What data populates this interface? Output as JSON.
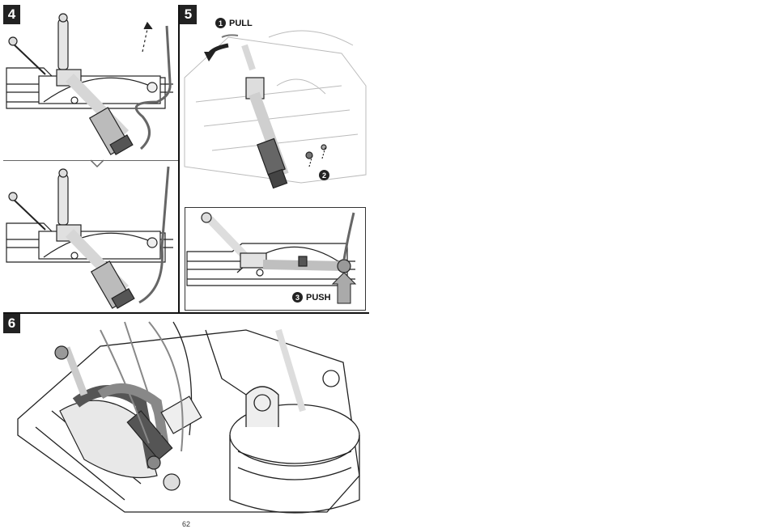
{
  "steps": {
    "step4": {
      "number": "4"
    },
    "step5": {
      "number": "5",
      "callouts": [
        {
          "num": "1",
          "label": "PULL"
        },
        {
          "num": "2",
          "label": ""
        },
        {
          "num": "3",
          "label": "PUSH"
        }
      ]
    },
    "step6": {
      "number": "6"
    }
  },
  "page": {
    "number": "62"
  }
}
